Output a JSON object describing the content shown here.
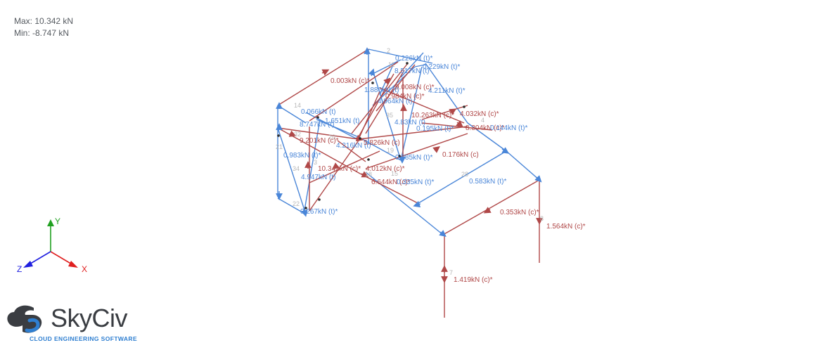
{
  "result_range": {
    "max_label": "Max: 10.342 kN",
    "min_label": "Min: -8.747 kN"
  },
  "colors": {
    "tension": "#4a86d8",
    "compression": "#b04848",
    "node_id": "#b8b8b8",
    "axis_x": "#e02020",
    "axis_y": "#20a020",
    "axis_z": "#2020e0"
  },
  "axes": {
    "x": "X",
    "y": "Y",
    "z": "Z"
  },
  "member_labels": [
    {
      "text": "0.226kN (t)*",
      "kind": "t"
    },
    {
      "text": "0.229kN (t)*",
      "kind": "t"
    },
    {
      "text": "0.003kN (c)*",
      "kind": "c"
    },
    {
      "text": "8.517kN (t)",
      "kind": "t"
    },
    {
      "text": "9.008kN (c)*",
      "kind": "c"
    },
    {
      "text": "1.886kN (t)",
      "kind": "t"
    },
    {
      "text": "4.211kN (t)*",
      "kind": "t"
    },
    {
      "text": "0.984kN (c)*",
      "kind": "c"
    },
    {
      "text": "4.964kN (t)",
      "kind": "t"
    },
    {
      "text": "10.263kN (c)*",
      "kind": "c"
    },
    {
      "text": "4.032kN (c)*",
      "kind": "c"
    },
    {
      "text": "0.066kN (t)",
      "kind": "t"
    },
    {
      "text": "1.651kN (t)",
      "kind": "t"
    },
    {
      "text": "8.747kN (t)",
      "kind": "t"
    },
    {
      "text": "4.83kN (t)",
      "kind": "t"
    },
    {
      "text": "0.195kN (t)*",
      "kind": "t"
    },
    {
      "text": "8.304kN (c)*",
      "kind": "c"
    },
    {
      "text": "0.144kN (t)*",
      "kind": "t"
    },
    {
      "text": "9.201kN (c)*",
      "kind": "c"
    },
    {
      "text": "4.216kN (t)",
      "kind": "t"
    },
    {
      "text": "5.826kN (c)",
      "kind": "c"
    },
    {
      "text": "0.983kN (t)*",
      "kind": "t"
    },
    {
      "text": "0.176kN (c)",
      "kind": "c"
    },
    {
      "text": "0.985kN (t)*",
      "kind": "t"
    },
    {
      "text": "10.342kN (c)*",
      "kind": "c"
    },
    {
      "text": "4.012kN (c)*",
      "kind": "c"
    },
    {
      "text": "4.947kN (t)",
      "kind": "t"
    },
    {
      "text": "6.644kN (c)*",
      "kind": "c"
    },
    {
      "text": "0.335kN (t)*",
      "kind": "t"
    },
    {
      "text": "0.583kN (t)*",
      "kind": "t"
    },
    {
      "text": "0.267kN (t)*",
      "kind": "t"
    },
    {
      "text": "0.353kN (c)*",
      "kind": "c"
    },
    {
      "text": "1.564kN (c)*",
      "kind": "c"
    },
    {
      "text": "1.419kN (c)*",
      "kind": "c"
    }
  ],
  "node_ids": [
    "2",
    "11",
    "14",
    "32",
    "20",
    "21",
    "3",
    "34",
    "22",
    "35",
    "19",
    "18",
    "15",
    "4",
    "28",
    "7",
    "8"
  ],
  "logo": {
    "brand": "SkyCiv",
    "tagline": "CLOUD ENGINEERING SOFTWARE"
  }
}
